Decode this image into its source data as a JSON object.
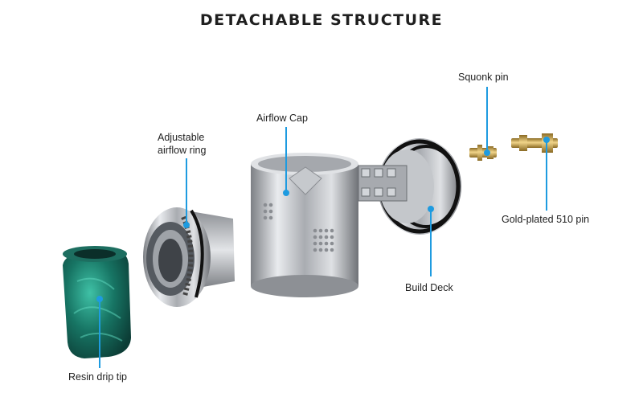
{
  "title": "DETACHABLE STRUCTURE",
  "labels": {
    "squonk_pin": "Squonk pin",
    "airflow_cap": "Airflow Cap",
    "adjustable_ring_line1": "Adjustable",
    "adjustable_ring_line2": "airflow ring",
    "gold_pin": "Gold-plated 510 pin",
    "build_deck": "Build Deck",
    "drip_tip": "Resin drip tip"
  },
  "colors": {
    "leader_line": "#1e9be0",
    "steel": "#b9bcc0",
    "resin": "#1f8a7a",
    "gold": "#c8a24a"
  }
}
